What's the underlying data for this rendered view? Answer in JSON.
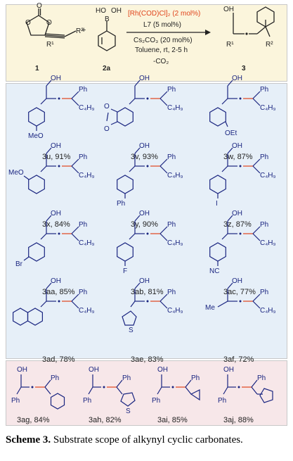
{
  "scheme": {
    "reactant_1_label": "1",
    "reactant_2_label": "2a",
    "product_label": "3",
    "reagents": {
      "catalyst": "[Rh(COD)Cl]₂ (2 mol%)",
      "ligand": "L7 (5 mol%)",
      "base": "Cs₂CO₃ (20 mol%)",
      "conditions": "Toluene, rt, 2-5 h",
      "byproduct": "-CO₂"
    },
    "plus": "+",
    "atoms": {
      "O": "O",
      "OH": "OH",
      "HO": "HO",
      "B": "B",
      "R1": "R¹",
      "R2": "R²",
      "Ph": "Ph",
      "C4H9": "C₄H₉",
      "S": "S",
      "Me": "Me",
      "MeO": "MeO",
      "OEt": "OEt",
      "I": "I",
      "Br": "Br",
      "F": "F",
      "NC": "NC"
    }
  },
  "products": [
    {
      "id": "3u",
      "yield": "91%",
      "substituent": "MeO"
    },
    {
      "id": "3v",
      "yield": "93%",
      "substituent": "O"
    },
    {
      "id": "3w",
      "yield": "87%",
      "substituent": "OEt"
    },
    {
      "id": "3x",
      "yield": "84%",
      "substituent": "MeO"
    },
    {
      "id": "3y",
      "yield": "90%",
      "substituent": "Ph"
    },
    {
      "id": "3z",
      "yield": "87%",
      "substituent": "I"
    },
    {
      "id": "3aa",
      "yield": "85%",
      "substituent": "Br"
    },
    {
      "id": "3ab",
      "yield": "81%",
      "substituent": "F"
    },
    {
      "id": "3ac",
      "yield": "77%",
      "substituent": "NC"
    },
    {
      "id": "3ad",
      "yield": "78%",
      "substituent": ""
    },
    {
      "id": "3ae",
      "yield": "83%",
      "substituent": "S"
    },
    {
      "id": "3af",
      "yield": "72%",
      "substituent": "Me"
    }
  ],
  "bottom_products": [
    {
      "id": "3ag",
      "yield": "84%"
    },
    {
      "id": "3ah",
      "yield": "82%"
    },
    {
      "id": "3ai",
      "yield": "85%"
    },
    {
      "id": "3aj",
      "yield": "88%"
    }
  ],
  "caption": {
    "label": "Scheme 3.",
    "text": " Substrate scope of alkynyl cyclic carbonates."
  },
  "colors": {
    "structure_blue": "#1a2580",
    "highlight_red": "#e0441c",
    "top_bg": "#fbf5dc",
    "mid_bg": "#e6eff8",
    "bottom_bg": "#f7e7e9"
  }
}
